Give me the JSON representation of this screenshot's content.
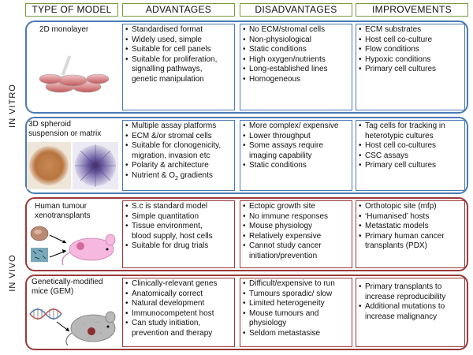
{
  "headers": {
    "type": "TYPE OF MODEL",
    "advantages": "ADVANTAGES",
    "disadvantages": "DISADVANTAGES",
    "improvements": "IMPROVEMENTS"
  },
  "sections": {
    "in_vitro": "IN VITRO",
    "in_vivo": "IN VIVO"
  },
  "models": [
    {
      "name": "2D monolayer",
      "advantages": [
        "Standardised format",
        "Widely used, simple",
        "Suitable for cell panels",
        "Suitable for proliferation,",
        "signalling pathways,",
        "genetic manipulation"
      ],
      "disadvantages": [
        "No ECM/stromal cells",
        "Non-physiological",
        "Static conditions",
        "High oxygen/nutrients",
        "Long-established lines",
        "Homogeneous"
      ],
      "improvements": [
        "ECM substrates",
        "Host cell co-culture",
        "Flow conditions",
        "Hypoxic conditions",
        "Primary cell cultures"
      ]
    },
    {
      "name_lines": [
        "3D spheroid",
        "suspension or matrix"
      ],
      "advantages": [
        "Multiple assay platforms",
        "ECM &/or stromal cells",
        "Suitable for clonogenicity,",
        "migration, invasion etc",
        "Polarity & architecture",
        "Nutrient & O2 gradients"
      ],
      "disadvantages": [
        "More complex/ expensive",
        "Lower throughput",
        "Some assays require",
        "imaging capability",
        "Static conditions"
      ],
      "improvements": [
        "Tag cells for tracking in",
        "heterotypic cultures",
        "Host cell co-cultures",
        "CSC assays",
        "Primary cell cultures"
      ]
    },
    {
      "name_lines": [
        "Human tumour",
        "xenotransplants"
      ],
      "advantages": [
        "S.c is standard model",
        "Simple quantitation",
        "Tissue environment,",
        "blood supply, host cells",
        "Suitable for drug trials"
      ],
      "disadvantages": [
        "Ectopic growth site",
        "No immune responses",
        "Mouse physiology",
        "Relatively expensive",
        "Cannot study cancer",
        "initiation/prevention"
      ],
      "improvements": [
        "Orthotopic site (mfp)",
        "‘Humanised’ hosts",
        "Metastatic models",
        "Primary human cancer",
        "transplants (PDX)"
      ]
    },
    {
      "name_lines": [
        "Genetically-modified",
        "mice (GEM)"
      ],
      "advantages": [
        "Clinically-relevant genes",
        "Anatomically correct",
        "Natural development",
        "Immunocompetent host",
        "Can study initiation,",
        "prevention and therapy"
      ],
      "disadvantages": [
        "Difficult/expensive to run",
        "Tumours sporadic/ slow",
        "Limited heterogeneity",
        "Mouse  tumours and",
        "physiology",
        "Seldom metastasise"
      ],
      "improvements": [
        "Primary transplants to",
        "increase reproducibility",
        "Additional mutations to",
        "increase malignancy"
      ]
    }
  ],
  "colors": {
    "header_border": "#7a9a3a",
    "in_vitro": "#4a7ab8",
    "in_vivo": "#9b3a3a"
  }
}
